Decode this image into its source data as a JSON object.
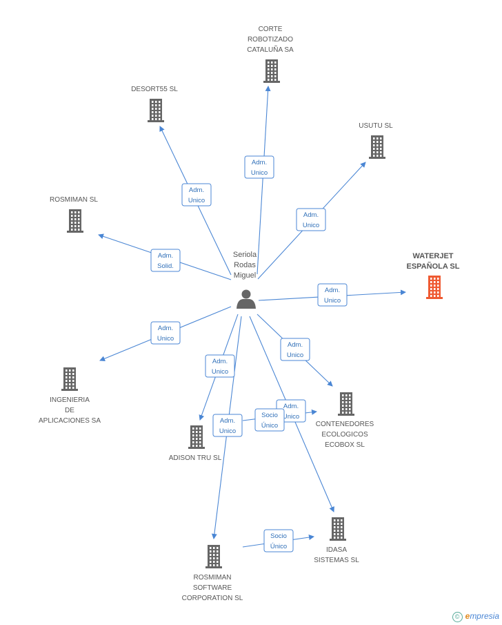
{
  "center": {
    "id": "center",
    "label_lines": [
      "Seriola",
      "Rodas",
      "Miguel"
    ],
    "icon": "person-icon"
  },
  "nodes": [
    {
      "id": "corte",
      "label_lines": [
        "CORTE",
        "ROBOTIZADO",
        "CATALUÑA SA"
      ],
      "icon": "building-icon",
      "color": "#666666",
      "highlight": false
    },
    {
      "id": "desort",
      "label_lines": [
        "DESORT55 SL"
      ],
      "icon": "building-icon",
      "color": "#666666",
      "highlight": false
    },
    {
      "id": "usutu",
      "label_lines": [
        "USUTU SL"
      ],
      "icon": "building-icon",
      "color": "#666666",
      "highlight": false
    },
    {
      "id": "rosmiman",
      "label_lines": [
        "ROSMIMAN  SL"
      ],
      "icon": "building-icon",
      "color": "#666666",
      "highlight": false
    },
    {
      "id": "waterjet",
      "label_lines": [
        "WATERJET",
        "ESPAÑOLA SL"
      ],
      "icon": "building-icon",
      "color": "#ef5a32",
      "highlight": true
    },
    {
      "id": "ingenieria",
      "label_lines": [
        "INGENIERIA",
        "DE",
        "APLICACIONES SA"
      ],
      "icon": "building-icon",
      "color": "#666666",
      "highlight": false
    },
    {
      "id": "contenedores",
      "label_lines": [
        "CONTENEDORES",
        "ECOLOGICOS",
        "ECOBOX  SL"
      ],
      "icon": "building-icon",
      "color": "#666666",
      "highlight": false
    },
    {
      "id": "adison",
      "label_lines": [
        "ADISON TRU SL"
      ],
      "icon": "building-icon",
      "color": "#666666",
      "highlight": false
    },
    {
      "id": "idasa",
      "label_lines": [
        "IDASA",
        "SISTEMAS SL"
      ],
      "icon": "building-icon",
      "color": "#666666",
      "highlight": false
    },
    {
      "id": "rosmiman_sw",
      "label_lines": [
        "ROSMIMAN",
        "SOFTWARE",
        "CORPORATION SL"
      ],
      "icon": "building-icon",
      "color": "#666666",
      "highlight": false
    }
  ],
  "edges": [
    {
      "from": "center",
      "to": "corte",
      "label_lines": [
        "Adm.",
        "Unico"
      ]
    },
    {
      "from": "center",
      "to": "desort",
      "label_lines": [
        "Adm.",
        "Unico"
      ]
    },
    {
      "from": "center",
      "to": "usutu",
      "label_lines": [
        "Adm.",
        "Unico"
      ]
    },
    {
      "from": "center",
      "to": "rosmiman",
      "label_lines": [
        "Adm.",
        "Solid."
      ]
    },
    {
      "from": "center",
      "to": "waterjet",
      "label_lines": [
        "Adm.",
        "Unico"
      ]
    },
    {
      "from": "center",
      "to": "ingenieria",
      "label_lines": [
        "Adm.",
        "Unico"
      ]
    },
    {
      "from": "center",
      "to": "contenedores",
      "label_lines": [
        "Adm.",
        "Unico"
      ]
    },
    {
      "from": "center",
      "to": "adison",
      "label_lines": [
        "Adm.",
        "Unico"
      ]
    },
    {
      "from": "center",
      "to": "idasa",
      "label_lines": [
        "Adm.",
        "Unico"
      ]
    },
    {
      "from": "center",
      "to": "rosmiman_sw",
      "label_lines": [
        "Adm.",
        "Unico"
      ]
    },
    {
      "from": "adison",
      "to": "contenedores",
      "label_lines": [
        "Socio",
        "Único"
      ]
    },
    {
      "from": "rosmiman_sw",
      "to": "idasa",
      "label_lines": [
        "Socio",
        "Único"
      ]
    }
  ],
  "footer": {
    "copyright_symbol": "©",
    "brand_initial": "e",
    "brand_rest": "mpresia"
  }
}
